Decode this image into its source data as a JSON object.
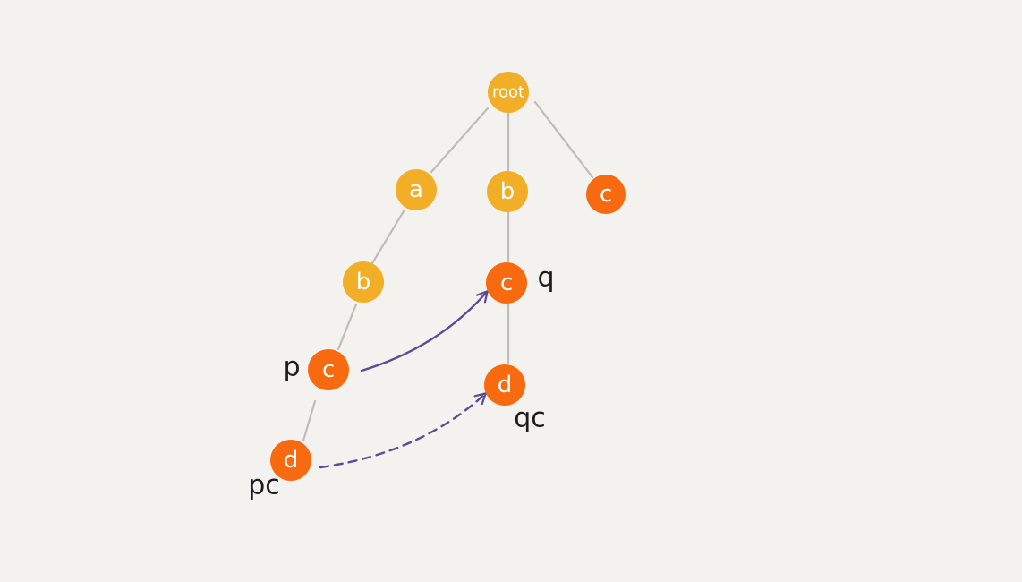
{
  "colors": {
    "background": "#f4f2ef",
    "node_yellow": "#f2ae27",
    "node_orange": "#f86a10",
    "edge": "#bdbcb8",
    "pointer": "#5a4a98",
    "annotation_text": "#1c1c1c"
  },
  "nodes": {
    "root": "root",
    "a": "a",
    "b_left": "b",
    "b_mid": "b",
    "c_right": "c",
    "c_q": "c",
    "c_p": "c",
    "d_q": "d",
    "d_pc": "d"
  },
  "annotations": {
    "q": "q",
    "qc": "qc",
    "p": "p",
    "pc": "pc"
  }
}
